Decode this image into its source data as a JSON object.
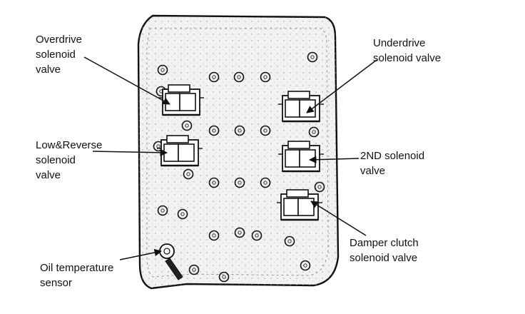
{
  "labels": {
    "overdrive": [
      "Overdrive",
      "solenoid",
      "valve"
    ],
    "low_reverse": [
      "Low&Reverse",
      "solenoid",
      "valve"
    ],
    "oil_temp": [
      "Oil temperature",
      "sensor"
    ],
    "underdrive": [
      "Underdrive",
      "solenoid valve"
    ],
    "second": [
      "2ND solenoid",
      "valve"
    ],
    "damper": [
      "Damper clutch",
      "solenoid valve"
    ]
  },
  "colors": {
    "ink": "#111111",
    "paper": "#ffffff",
    "stipple": "#bdbdbd"
  }
}
